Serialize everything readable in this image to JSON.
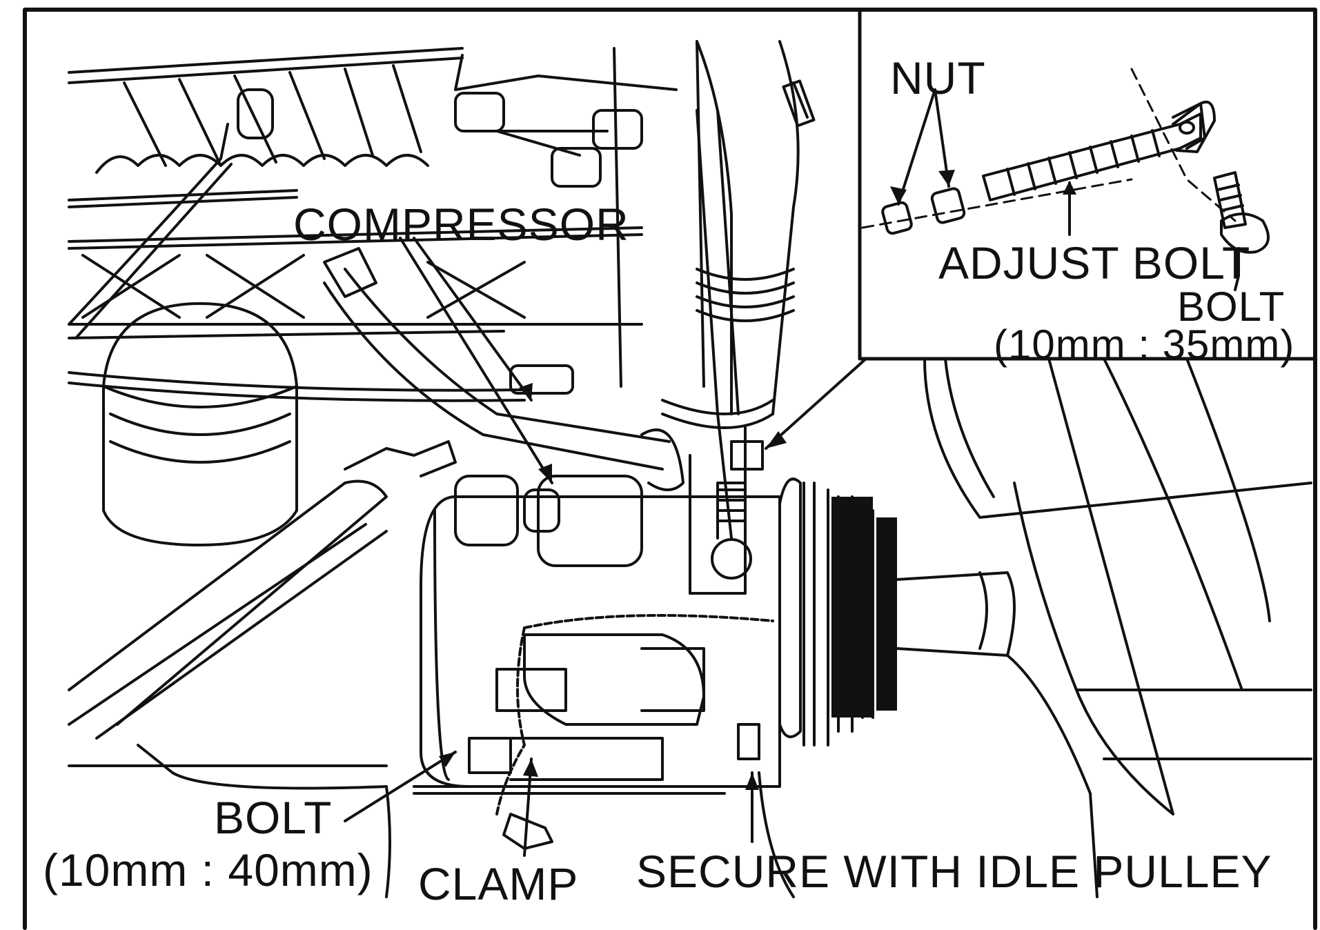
{
  "labels": {
    "nut": "NUT",
    "compressor": "COMPRESSOR",
    "adjust_bolt": "ADJUST BOLT",
    "bolt_top": "BOLT",
    "bolt_top_spec": "(10mm : 35mm)",
    "bolt_bottom": "BOLT",
    "bolt_bottom_spec": "(10mm : 40mm)",
    "clamp": "CLAMP",
    "secure": "SECURE WITH IDLE PULLEY"
  },
  "colors": {
    "ink": "#111111",
    "paper": "#ffffff"
  }
}
